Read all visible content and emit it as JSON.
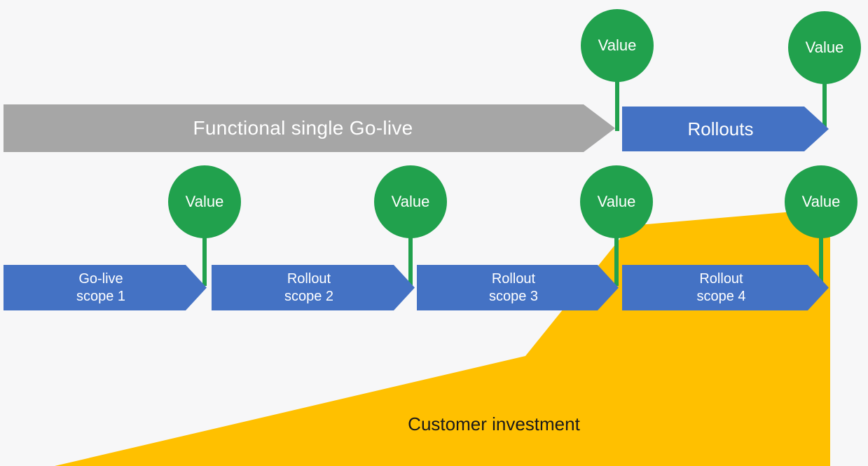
{
  "colors": {
    "background": "#f7f7f8",
    "gray_arrow": "#a6a6a6",
    "blue_arrow": "#4472c4",
    "green": "#21a14d",
    "orange": "#ffc000",
    "text_light": "#ffffff",
    "text_dark": "#1a1a1a"
  },
  "top_track": {
    "single_golive_label": "Functional single Go-live",
    "rollouts_label": "Rollouts",
    "value_markers": [
      {
        "label": "Value"
      },
      {
        "label": "Value"
      }
    ]
  },
  "bottom_track": {
    "phases": [
      {
        "line1": "Go-live",
        "line2": "scope 1"
      },
      {
        "line1": "Rollout",
        "line2": "scope 2"
      },
      {
        "line1": "Rollout",
        "line2": "scope 3"
      },
      {
        "line1": "Rollout",
        "line2": "scope 4"
      }
    ],
    "value_markers": [
      {
        "label": "Value"
      },
      {
        "label": "Value"
      },
      {
        "label": "Value"
      },
      {
        "label": "Value"
      }
    ]
  },
  "investment": {
    "label": "Customer investment"
  }
}
